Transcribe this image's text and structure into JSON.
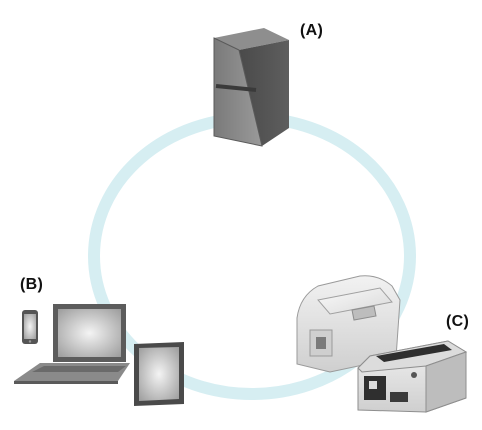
{
  "diagram": {
    "ring_color": "#d6eef2",
    "nodes": [
      {
        "id": "A",
        "label": "(A)",
        "icon": "server-tower-icon"
      },
      {
        "id": "B",
        "label": "(B)",
        "icon": "client-devices-icon",
        "devices": [
          "smartphone-icon",
          "laptop-icon",
          "tablet-icon"
        ]
      },
      {
        "id": "C",
        "label": "(C)",
        "icon": "receipt-printers-icon"
      }
    ]
  }
}
